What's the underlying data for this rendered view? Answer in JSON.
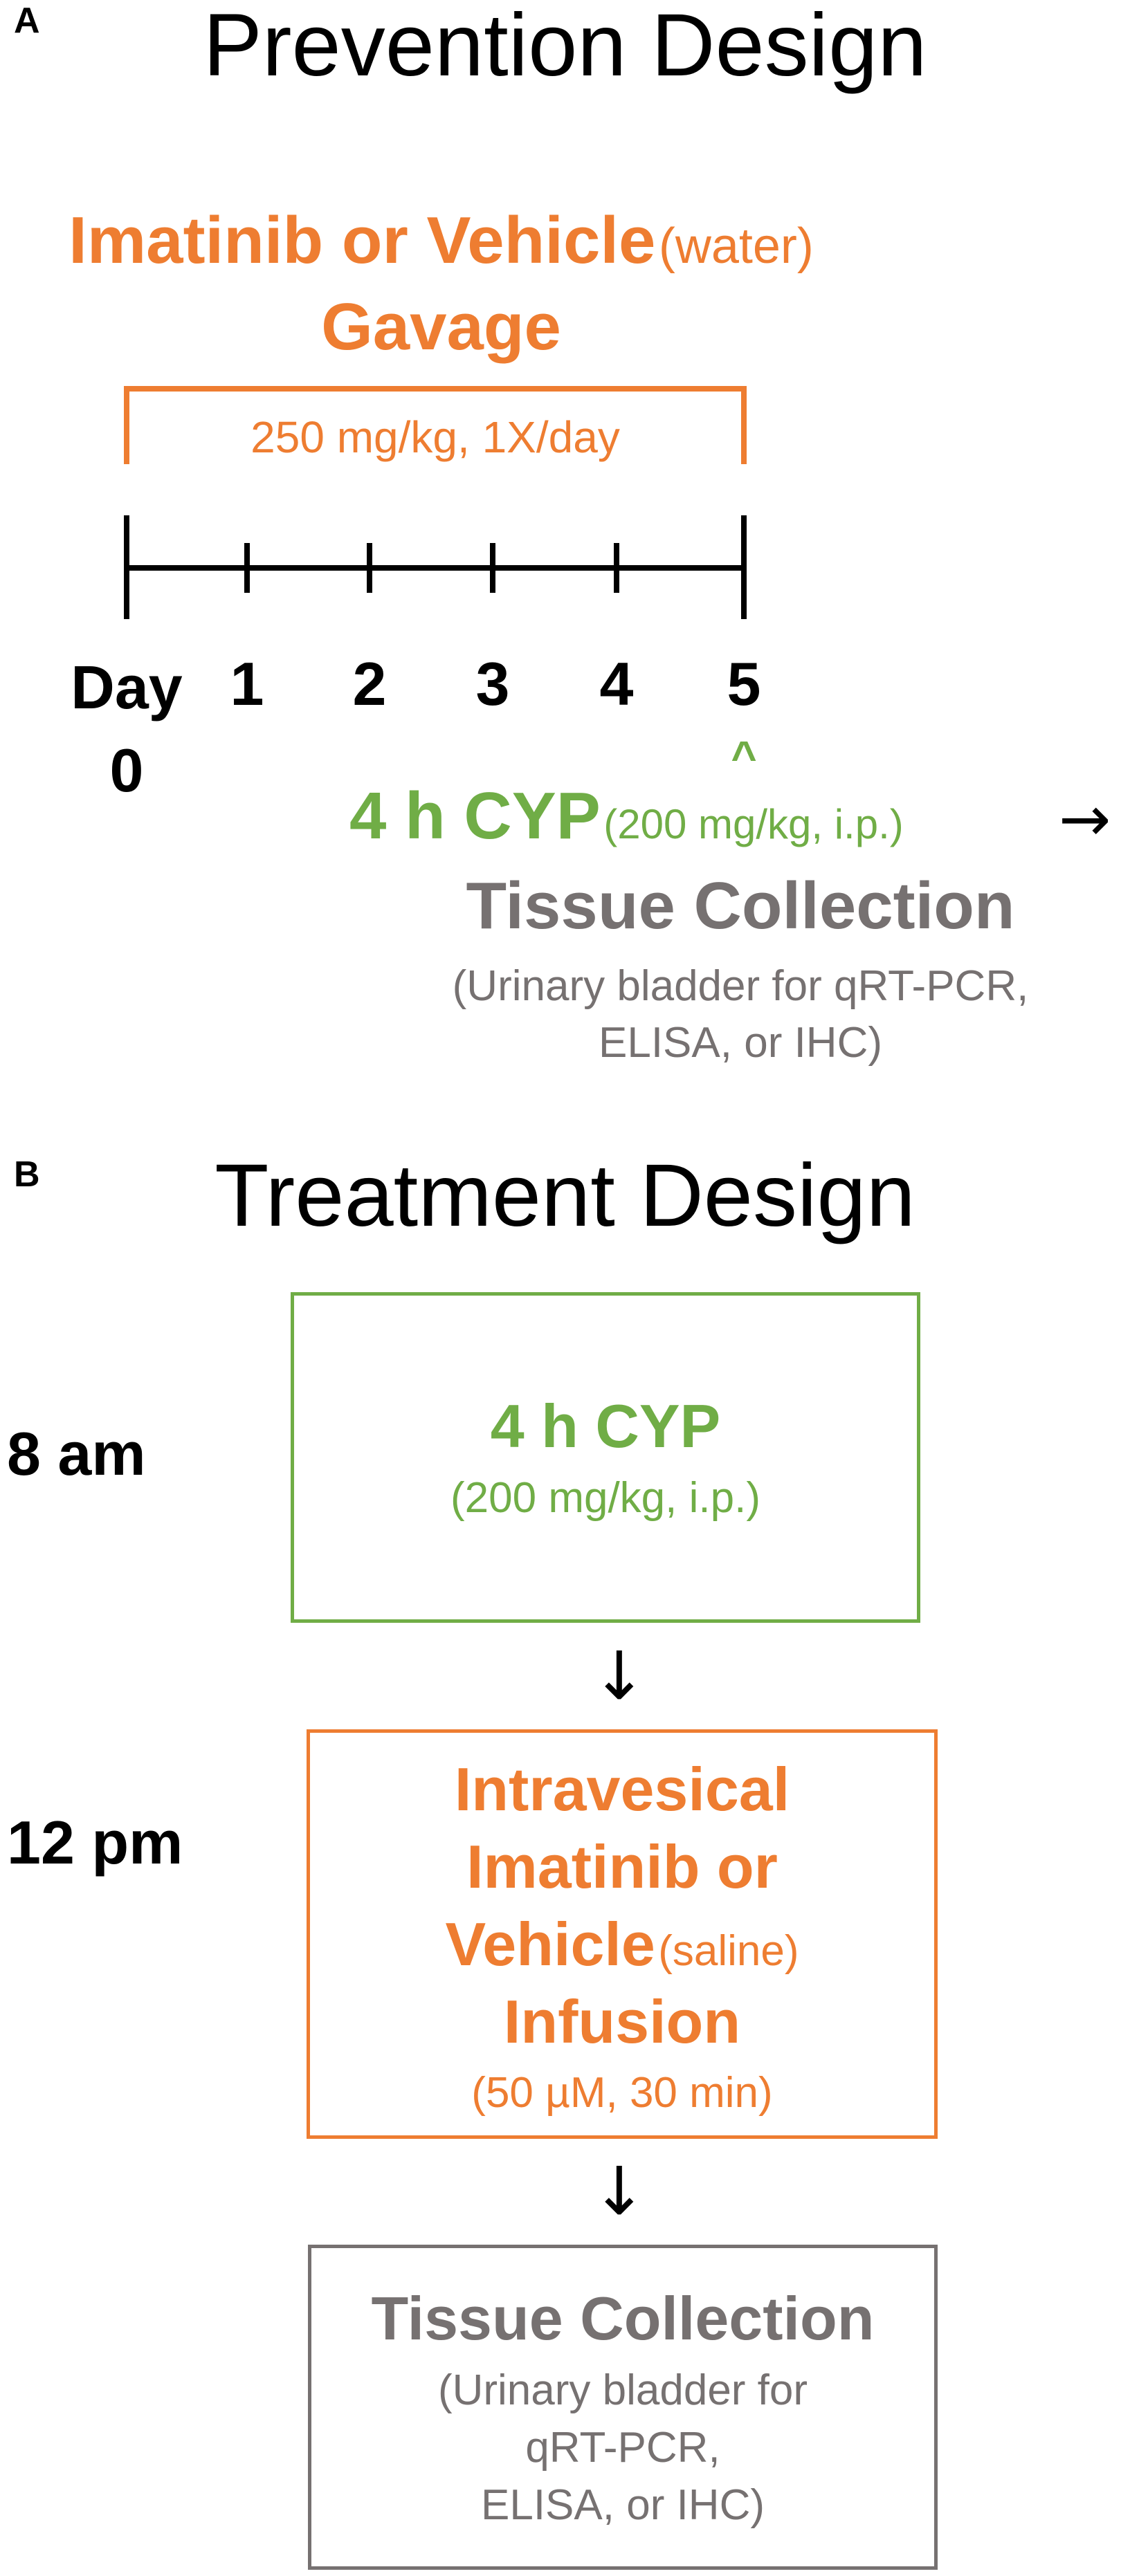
{
  "panel_a": {
    "letter": "A",
    "title": "Prevention Design",
    "drug_line": "Imatinib or Vehicle",
    "drug_vehicle_note": "(water)",
    "route": "Gavage",
    "dose_regimen": "250 mg/kg, 1X/day",
    "day_label_top": "Day",
    "day_ticks": [
      "0",
      "1",
      "2",
      "3",
      "4",
      "5"
    ],
    "caret": "^",
    "cyp_label": "4 h CYP",
    "cyp_dose": "(200 mg/kg, i.p.)",
    "arrow": "→",
    "collection_title": "Tissue Collection",
    "collection_note_line1": "(Urinary bladder for qRT-PCR,",
    "collection_note_line2": "ELISA, or IHC)"
  },
  "panel_b": {
    "letter": "B",
    "title": "Treatment Design",
    "time_1": "8 am",
    "time_2": "12 pm",
    "box1": {
      "title": "4 h CYP",
      "sub": "(200 mg/kg, i.p.)"
    },
    "box2": {
      "line1": "Intravesical",
      "line2": "Imatinib or",
      "line3_main": "Vehicle",
      "line3_note": "(saline)",
      "line4": "Infusion",
      "sub": "(50 µM, 30 min)"
    },
    "box3": {
      "title": "Tissue Collection",
      "line1": "(Urinary bladder for",
      "line2": "qRT-PCR,",
      "line3": "ELISA, or IHC)"
    },
    "arrow_down": "↓"
  },
  "colors": {
    "orange": "#ee7d31",
    "green": "#70ad46",
    "grey": "#767171",
    "black": "#000000"
  }
}
